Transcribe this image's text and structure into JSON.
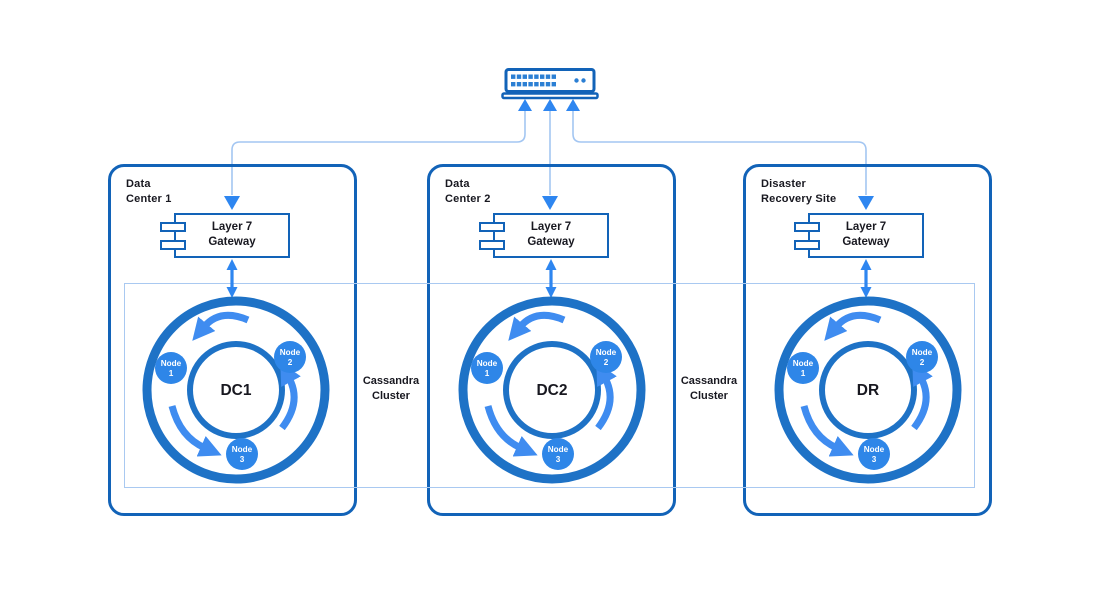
{
  "diagram": {
    "device": {
      "icon": "network-switch-icon"
    },
    "data_centers": [
      {
        "label_line1": "Data",
        "label_line2": "Center 1",
        "gateway_line1": "Layer 7",
        "gateway_line2": "Gateway",
        "ring_label": "DC1",
        "nodes": [
          {
            "line1": "Node",
            "line2": "1"
          },
          {
            "line1": "Node",
            "line2": "2"
          },
          {
            "line1": "Node",
            "line2": "3"
          }
        ]
      },
      {
        "label_line1": "Data",
        "label_line2": "Center 2",
        "gateway_line1": "Layer 7",
        "gateway_line2": "Gateway",
        "ring_label": "DC2",
        "nodes": [
          {
            "line1": "Node",
            "line2": "1"
          },
          {
            "line1": "Node",
            "line2": "2"
          },
          {
            "line1": "Node",
            "line2": "3"
          }
        ]
      },
      {
        "label_line1": "Disaster",
        "label_line2": "Recovery Site",
        "gateway_line1": "Layer 7",
        "gateway_line2": "Gateway",
        "ring_label": "DR",
        "nodes": [
          {
            "line1": "Node",
            "line2": "1"
          },
          {
            "line1": "Node",
            "line2": "2"
          },
          {
            "line1": "Node",
            "line2": "3"
          }
        ]
      }
    ],
    "cluster_labels": [
      {
        "line1": "Cassandra",
        "line2": "Cluster"
      },
      {
        "line1": "Cassandra",
        "line2": "Cluster"
      }
    ],
    "colors": {
      "box_border": "#1263b8",
      "ring_stroke": "#1e72c6",
      "node_fill": "#2e86e8",
      "flow_arrow": "#3f8cf0",
      "connector_line": "#a3c6f2",
      "connector_arrowhead": "#2e86f0",
      "text": "#181820",
      "background": "#ffffff"
    }
  }
}
